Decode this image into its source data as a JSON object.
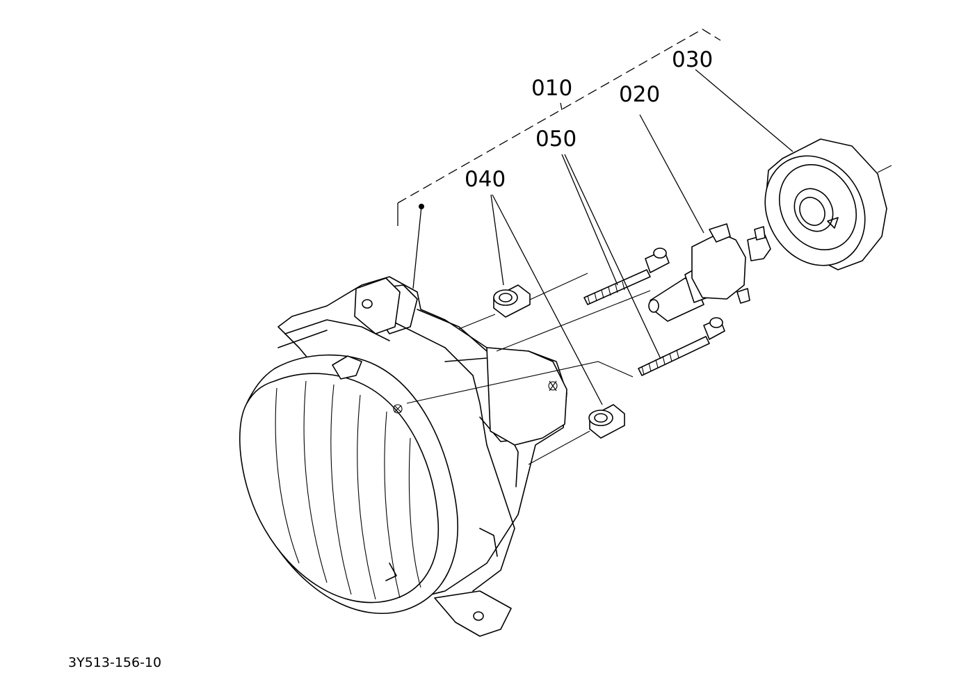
{
  "callouts": {
    "c010": "010",
    "c020": "020",
    "c030": "030",
    "c040": "040",
    "c050": "050"
  },
  "drawing_number": "3Y513-156-10"
}
